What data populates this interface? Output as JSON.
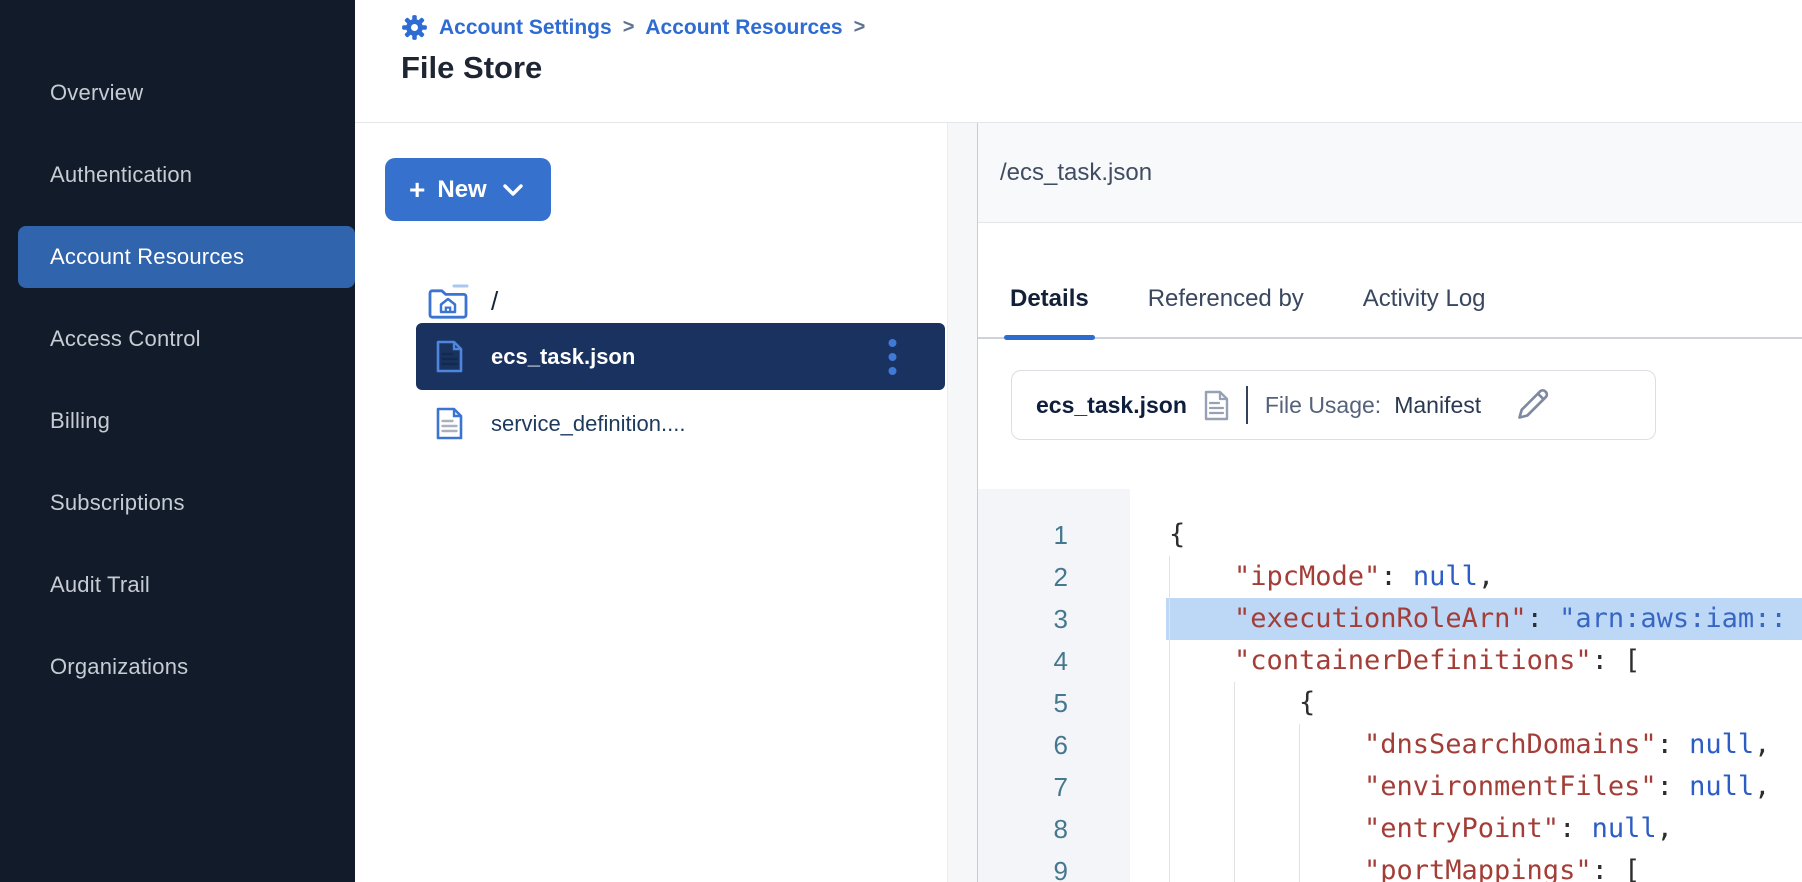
{
  "colors": {
    "accent_blue": "#3672cd",
    "sidebar_bg": "#111b29",
    "sidebar_selected": "#3064ad",
    "breadcrumb_link": "#2e6bd3",
    "selected_row": "#1a3260",
    "tab_underline": "#2e6bd1",
    "code_key": "#a33d37",
    "code_string": "#3767c3",
    "code_null": "#2c5cc5",
    "line_highlight": "#bdd8f6"
  },
  "icons": {
    "breadcrumb": "gear-icon",
    "root_folder": "home-folder-icon",
    "file": "document-icon",
    "row_menu": "kebab-menu-icon",
    "summary_file": "document-icon",
    "summary_edit": "pencil-icon",
    "new_button": "chevron-down-icon"
  },
  "sidebar": {
    "items": [
      {
        "label": "Overview",
        "active": false
      },
      {
        "label": "Authentication",
        "active": false
      },
      {
        "label": "Account Resources",
        "active": true
      },
      {
        "label": "Access Control",
        "active": false
      },
      {
        "label": "Billing",
        "active": false
      },
      {
        "label": "Subscriptions",
        "active": false
      },
      {
        "label": "Audit Trail",
        "active": false
      },
      {
        "label": "Organizations",
        "active": false
      }
    ]
  },
  "header": {
    "breadcrumb": [
      "Account Settings",
      "Account Resources"
    ],
    "separator": ">",
    "title": "File Store"
  },
  "file_panel": {
    "new_button": {
      "plus": "+",
      "label": "New"
    },
    "root_path": "/",
    "files": [
      {
        "name": "ecs_task.json",
        "selected": true,
        "has_menu": true
      },
      {
        "name": "service_definition....",
        "selected": false,
        "has_menu": false
      }
    ]
  },
  "detail_panel": {
    "path": "/ecs_task.json",
    "tabs": [
      {
        "label": "Details",
        "active": true
      },
      {
        "label": "Referenced by",
        "active": false
      },
      {
        "label": "Activity Log",
        "active": false
      }
    ],
    "summary": {
      "file_name": "ecs_task.json",
      "usage_label": "File Usage:",
      "usage_value": "Manifest"
    },
    "code": {
      "language": "json",
      "highlighted_line": 3,
      "lines": [
        {
          "num": 1,
          "indent": 0,
          "highlight": false,
          "tokens": [
            {
              "c": "p",
              "t": "{"
            }
          ]
        },
        {
          "num": 2,
          "indent": 1,
          "highlight": false,
          "tokens": [
            {
              "c": "k",
              "t": "\"ipcMode\""
            },
            {
              "c": "p",
              "t": ": "
            },
            {
              "c": "n",
              "t": "null"
            },
            {
              "c": "p",
              "t": ","
            }
          ]
        },
        {
          "num": 3,
          "indent": 1,
          "highlight": true,
          "tokens": [
            {
              "c": "k",
              "t": "\"executionRoleArn\""
            },
            {
              "c": "p",
              "t": ": "
            },
            {
              "c": "s",
              "t": "\"arn:aws:iam::"
            }
          ]
        },
        {
          "num": 4,
          "indent": 1,
          "highlight": false,
          "tokens": [
            {
              "c": "k",
              "t": "\"containerDefinitions\""
            },
            {
              "c": "p",
              "t": ": ["
            }
          ]
        },
        {
          "num": 5,
          "indent": 2,
          "highlight": false,
          "tokens": [
            {
              "c": "p",
              "t": "{"
            }
          ]
        },
        {
          "num": 6,
          "indent": 3,
          "highlight": false,
          "tokens": [
            {
              "c": "k",
              "t": "\"dnsSearchDomains\""
            },
            {
              "c": "p",
              "t": ": "
            },
            {
              "c": "n",
              "t": "null"
            },
            {
              "c": "p",
              "t": ","
            }
          ]
        },
        {
          "num": 7,
          "indent": 3,
          "highlight": false,
          "tokens": [
            {
              "c": "k",
              "t": "\"environmentFiles\""
            },
            {
              "c": "p",
              "t": ": "
            },
            {
              "c": "n",
              "t": "null"
            },
            {
              "c": "p",
              "t": ","
            }
          ]
        },
        {
          "num": 8,
          "indent": 3,
          "highlight": false,
          "tokens": [
            {
              "c": "k",
              "t": "\"entryPoint\""
            },
            {
              "c": "p",
              "t": ": "
            },
            {
              "c": "n",
              "t": "null"
            },
            {
              "c": "p",
              "t": ","
            }
          ]
        },
        {
          "num": 9,
          "indent": 3,
          "highlight": false,
          "tokens": [
            {
              "c": "k",
              "t": "\"portMappings\""
            },
            {
              "c": "p",
              "t": ": ["
            }
          ]
        }
      ]
    }
  }
}
